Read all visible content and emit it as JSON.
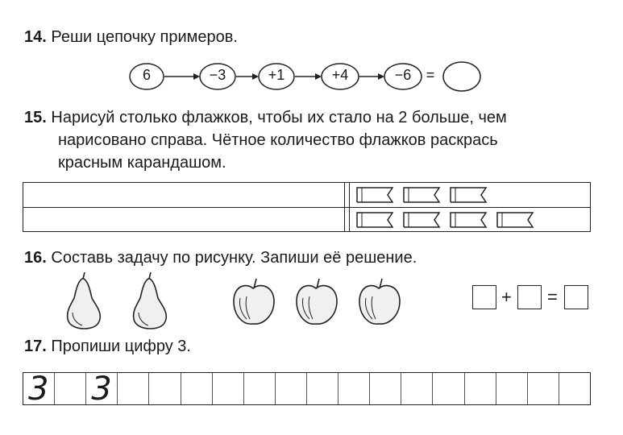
{
  "task14": {
    "number": "14.",
    "text": "Реши цепочку примеров.",
    "chain": [
      "6",
      "−3",
      "+1",
      "+4",
      "−6"
    ],
    "equals": "="
  },
  "task15": {
    "number": "15.",
    "line1": "Нарисуй столько флажков, чтобы их стало на 2 больше, чем",
    "line2": "нарисовано справа. Чётное количество флажков раскрась",
    "line3": "красным карандашом.",
    "row1_flags": 3,
    "row2_flags": 4
  },
  "task16": {
    "number": "16.",
    "text": "Составь задачу по рисунку. Запиши её решение.",
    "pears": 2,
    "apples": 3,
    "plus": "+",
    "equals": "="
  },
  "task17": {
    "number": "17.",
    "text": "Пропиши цифру 3.",
    "sample_digit": "3",
    "cells": 18
  }
}
